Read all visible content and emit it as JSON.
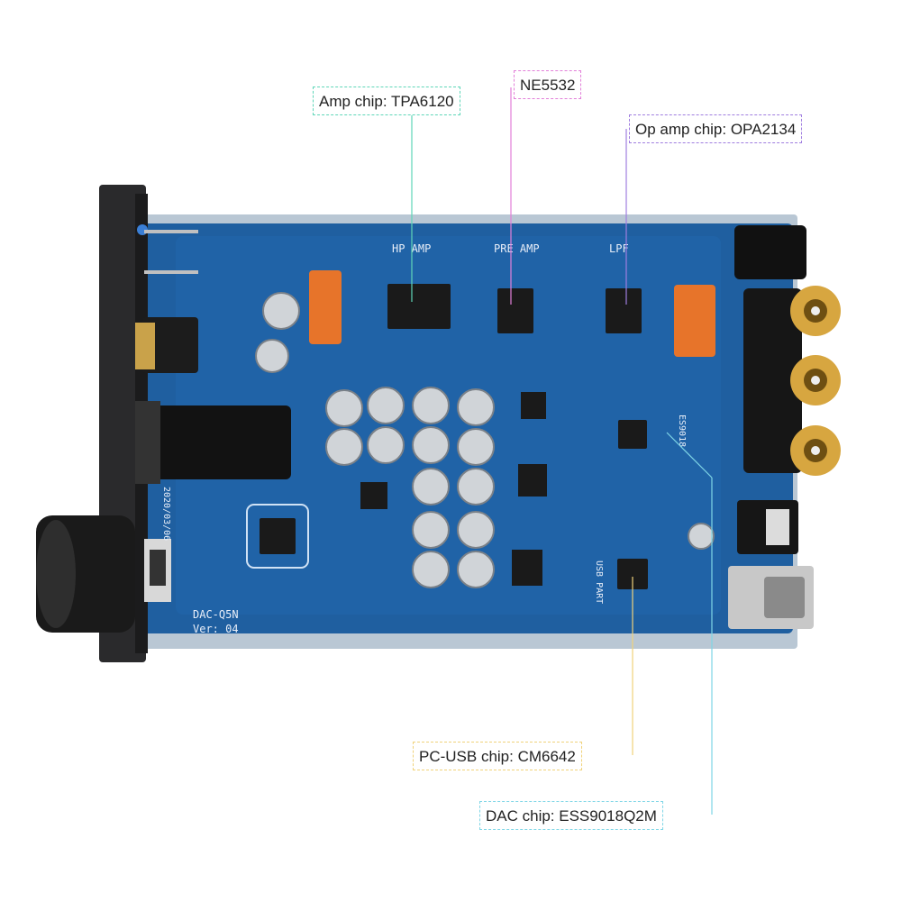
{
  "callouts": {
    "amp_chip": {
      "text": "Amp chip: TPA6120",
      "color": "#5fd6b8"
    },
    "ne5532": {
      "text": "NE5532",
      "color": "#e27fd9"
    },
    "op_amp_chip": {
      "text": "Op amp chip: OPA2134",
      "color": "#a07ee0"
    },
    "pc_usb_chip": {
      "text": "PC-USB chip: CM6642",
      "color": "#f0d27a"
    },
    "dac_chip": {
      "text": "DAC chip: ESS9018Q2M",
      "color": "#7fd6e6"
    }
  },
  "board_labels": {
    "hp_amp": "HP AMP",
    "pre_amp": "PRE AMP",
    "lpf": "LPF",
    "usb_part": "USB PART",
    "model": "DAC-Q5N",
    "version": "Ver: 04",
    "date": "2020/03/06",
    "dac_silk": "ES9018"
  },
  "colors": {
    "pcb": "#1f5fa0",
    "pcb_dark": "#174a82",
    "panel": "#2a2a2c",
    "chassis": "#b9c7d4",
    "gold": "#d7a640"
  }
}
